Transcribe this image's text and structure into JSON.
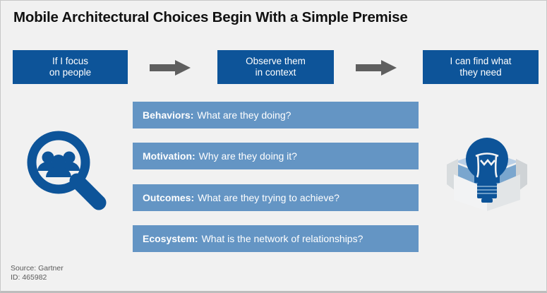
{
  "slide": {
    "title": "Mobile Architectural Choices Begin With a Simple Premise",
    "background_color": "#f1f1f1",
    "accent_dark_blue": "#0d5499",
    "accent_light_blue": "#6495c4",
    "arrow_color": "#5f5f5f"
  },
  "flow": {
    "steps": [
      {
        "line1": "If I focus",
        "line2": "on people"
      },
      {
        "line1": "Observe them",
        "line2": "in context"
      },
      {
        "line1": "I can find what",
        "line2": "they need"
      }
    ],
    "connector_icon": "right-arrow-icon"
  },
  "questions": [
    {
      "term": "Behaviors:",
      "text": "What are they doing?"
    },
    {
      "term": "Motivation:",
      "text": "Why are they doing it?"
    },
    {
      "term": "Outcomes:",
      "text": "What are they trying to achieve?"
    },
    {
      "term": "Ecosystem:",
      "text": "What is the network of relationships?"
    }
  ],
  "icons": {
    "left": "magnifier-people-icon",
    "right": "lightbulb-in-box-icon"
  },
  "footer": {
    "source": "Source: Gartner",
    "id": "ID: 465982"
  }
}
